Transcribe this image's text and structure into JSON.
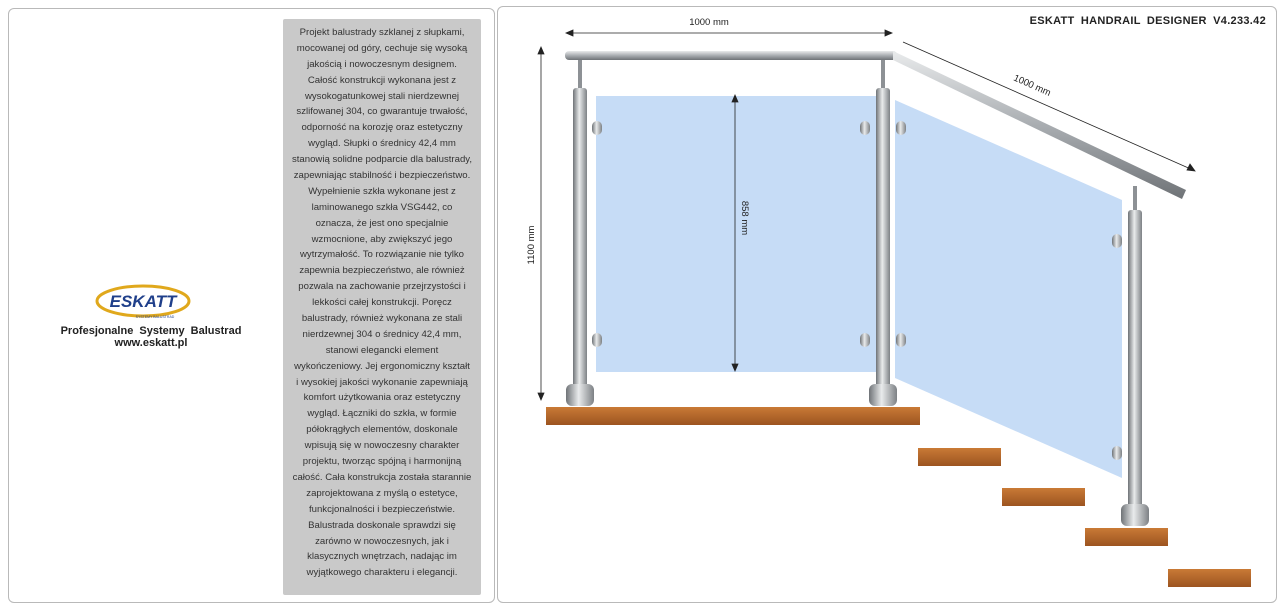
{
  "left_panel": {
    "logo_text": "ESKATT",
    "logo_subtext": "SYSTEMY BALUSTRAD",
    "tagline": "Profesjonalne Systemy Balustrad",
    "website": "www.eskatt.pl",
    "description_lines": [
      "Projekt balustrady szklanej z słupkami,",
      "mocowanej od góry, cechuje się wysoką",
      "jakością i nowoczesnym designem.",
      "Całość konstrukcji wykonana jest z",
      "wysokogatunkowej stali nierdzewnej",
      "szlifowanej 304, co gwarantuje trwałość,",
      "odporność na korozję oraz estetyczny",
      "wygląd. Słupki o średnicy 42,4 mm",
      "stanowią solidne podparcie dla balustrady,",
      "zapewniając stabilność i bezpieczeństwo.",
      "Wypełnienie szkła wykonane jest z",
      "laminowanego szkła VSG442, co",
      "oznacza, że jest ono specjalnie",
      "wzmocnione, aby zwiększyć jego",
      "wytrzymałość. To rozwiązanie nie tylko",
      "zapewnia bezpieczeństwo, ale również",
      "pozwala na zachowanie przejrzystości i",
      "lekkości całej konstrukcji. Poręcz",
      "balustrady, również wykonana ze stali",
      "nierdzewnej 304 o średnicy 42,4 mm,",
      "stanowi elegancki element",
      "wykończeniowy. Jej ergonomiczny kształt",
      "i wysokiej jakości wykonanie zapewniają",
      "komfort użytkowania oraz estetyczny",
      "wygląd. Łączniki do szkła, w formie",
      "półokrągłych elementów, doskonale",
      "wpisują się w nowoczesny charakter",
      "projektu, tworząc spójną i harmonijną",
      "całość. Cała konstrukcja została starannie",
      "zaprojektowana z myślą o estetyce,",
      "funkcjonalności i bezpieczeństwie.",
      "Balustrada doskonale sprawdzi się",
      "zarówno w nowoczesnych, jak i",
      "klasycznych wnętrzach, nadając im",
      "wyjątkowego charakteru i elegancji."
    ]
  },
  "designer": {
    "title": "ESKATT HANDRAIL DESIGNER V4.233.42",
    "dim_top_width": "1000 mm",
    "dim_stair_length": "1000 mm",
    "dim_height": "1100 mm",
    "dim_glass_height": "858 mm"
  },
  "colors": {
    "glass": "#c6dcf6",
    "wood": "#b5652a",
    "steel": "#a9adb1",
    "panel_bg": "#c9c9c9"
  }
}
